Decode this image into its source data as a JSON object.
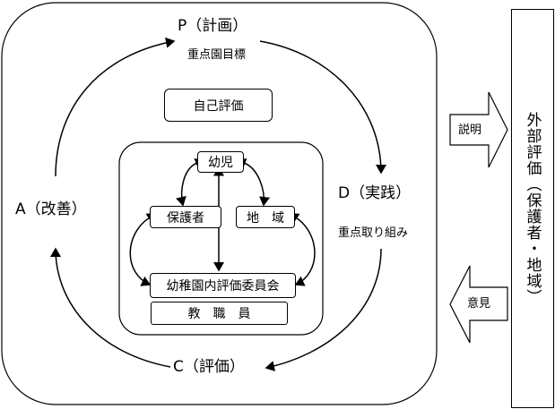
{
  "cycle": {
    "plan": "P（計画）",
    "plan_sub": "重点園目標",
    "do": "D（実践）",
    "do_sub": "重点取り組み",
    "check": "C（評価）",
    "act": "A（改善）"
  },
  "self_evaluation": "自己評価",
  "inner": {
    "child": "幼児",
    "guardian": "保護者",
    "community": "地　域",
    "committee": "幼稚園内評価委員会",
    "staff": "教　職　員"
  },
  "external": {
    "title": "外部評価（保護者・地域）",
    "explain": "説明",
    "opinion": "意見"
  }
}
